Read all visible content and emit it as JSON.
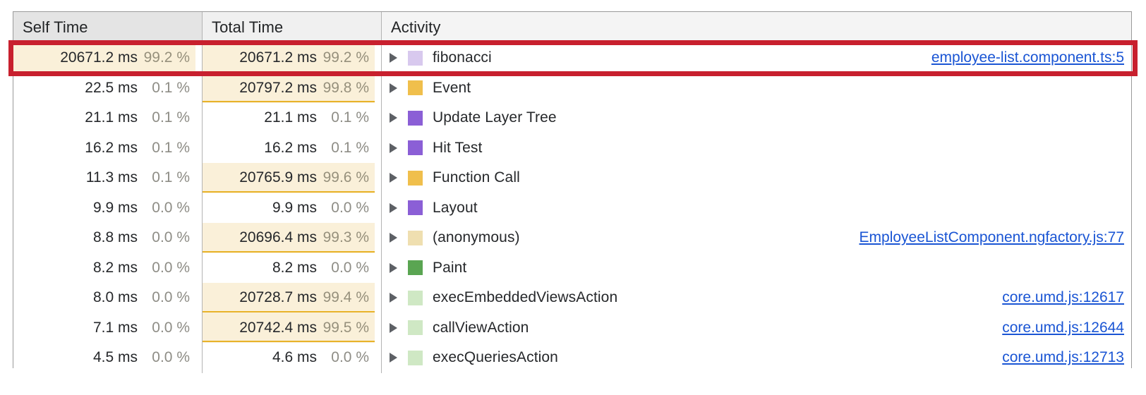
{
  "table": {
    "columns": [
      {
        "key": "self_time",
        "label": "Self Time"
      },
      {
        "key": "total_time",
        "label": "Total Time"
      },
      {
        "key": "activity",
        "label": "Activity"
      }
    ],
    "rows": [
      {
        "self_ms": "20671.2 ms",
        "self_pct": "99.2 %",
        "self_highlight": true,
        "total_ms": "20671.2 ms",
        "total_pct": "99.2 %",
        "total_highlight": true,
        "expander": "expand-triangle-right",
        "swatch_color": "#d8c9ee",
        "activity": "fibonacci",
        "link": "employee-list.component.ts:5",
        "selected": true
      },
      {
        "self_ms": "22.5 ms",
        "self_pct": "0.1 %",
        "self_highlight": false,
        "total_ms": "20797.2 ms",
        "total_pct": "99.8 %",
        "total_highlight": true,
        "expander": "expand-triangle-right",
        "swatch_color": "#f0bf4c",
        "activity": "Event",
        "link": "",
        "selected": false
      },
      {
        "self_ms": "21.1 ms",
        "self_pct": "0.1 %",
        "self_highlight": false,
        "total_ms": "21.1 ms",
        "total_pct": "0.1 %",
        "total_highlight": false,
        "expander": "expand-triangle-right",
        "swatch_color": "#8b5fd6",
        "activity": "Update Layer Tree",
        "link": "",
        "selected": false
      },
      {
        "self_ms": "16.2 ms",
        "self_pct": "0.1 %",
        "self_highlight": false,
        "total_ms": "16.2 ms",
        "total_pct": "0.1 %",
        "total_highlight": false,
        "expander": "expand-triangle-right",
        "swatch_color": "#8b5fd6",
        "activity": "Hit Test",
        "link": "",
        "selected": false
      },
      {
        "self_ms": "11.3 ms",
        "self_pct": "0.1 %",
        "self_highlight": false,
        "total_ms": "20765.9 ms",
        "total_pct": "99.6 %",
        "total_highlight": true,
        "expander": "expand-triangle-right",
        "swatch_color": "#f0bf4c",
        "activity": "Function Call",
        "link": "",
        "selected": false
      },
      {
        "self_ms": "9.9 ms",
        "self_pct": "0.0 %",
        "self_highlight": false,
        "total_ms": "9.9 ms",
        "total_pct": "0.0 %",
        "total_highlight": false,
        "expander": "expand-triangle-right",
        "swatch_color": "#8b5fd6",
        "activity": "Layout",
        "link": "",
        "selected": false
      },
      {
        "self_ms": "8.8 ms",
        "self_pct": "0.0 %",
        "self_highlight": false,
        "total_ms": "20696.4 ms",
        "total_pct": "99.3 %",
        "total_highlight": true,
        "expander": "expand-triangle-right",
        "swatch_color": "#efdfb0",
        "activity": "(anonymous)",
        "link": "EmployeeListComponent.ngfactory.js:77",
        "selected": false
      },
      {
        "self_ms": "8.2 ms",
        "self_pct": "0.0 %",
        "self_highlight": false,
        "total_ms": "8.2 ms",
        "total_pct": "0.0 %",
        "total_highlight": false,
        "expander": "expand-triangle-right",
        "swatch_color": "#5aa552",
        "activity": "Paint",
        "link": "",
        "selected": false
      },
      {
        "self_ms": "8.0 ms",
        "self_pct": "0.0 %",
        "self_highlight": false,
        "total_ms": "20728.7 ms",
        "total_pct": "99.4 %",
        "total_highlight": true,
        "expander": "expand-triangle-right",
        "swatch_color": "#cfe8c4",
        "activity": "execEmbeddedViewsAction",
        "link": "core.umd.js:12617",
        "selected": false
      },
      {
        "self_ms": "7.1 ms",
        "self_pct": "0.0 %",
        "self_highlight": false,
        "total_ms": "20742.4 ms",
        "total_pct": "99.5 %",
        "total_highlight": true,
        "expander": "expand-triangle-right",
        "swatch_color": "#cfe8c4",
        "activity": "callViewAction",
        "link": "core.umd.js:12644",
        "selected": false
      },
      {
        "self_ms": "4.5 ms",
        "self_pct": "0.0 %",
        "self_highlight": false,
        "total_ms": "4.6 ms",
        "total_pct": "0.0 %",
        "total_highlight": false,
        "expander": "expand-triangle-right",
        "swatch_color": "#cfe8c4",
        "activity": "execQueriesAction",
        "link": "core.umd.js:12713",
        "selected": false
      }
    ]
  },
  "annotation": {
    "selection_outline_color": "#c8202e",
    "selection_row_index": 0
  }
}
